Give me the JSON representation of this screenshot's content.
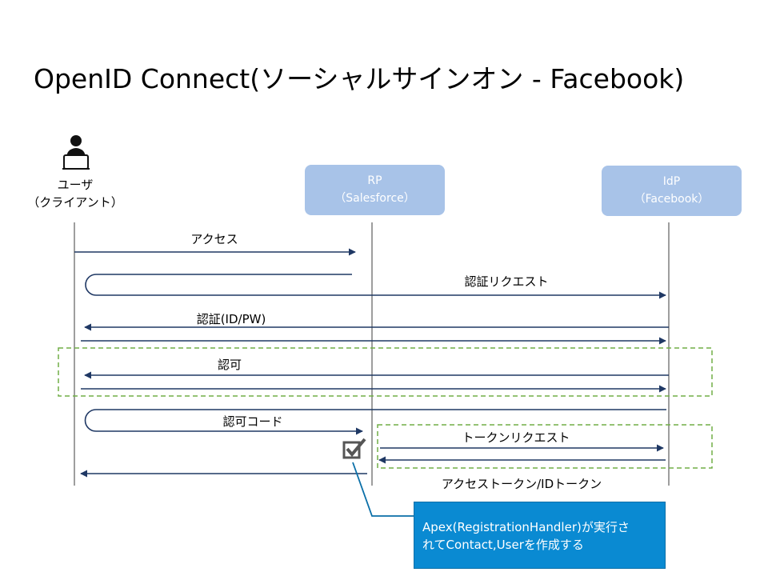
{
  "title": "OpenID Connect(ソーシャルサインオン - Facebook)",
  "actors": {
    "user": {
      "line1": "ユーザ",
      "line2": "（クライアント）"
    },
    "rp": {
      "line1": "RP",
      "line2": "（Salesforce）"
    },
    "idp": {
      "line1": "IdP",
      "line2": "（Facebook）"
    }
  },
  "messages": {
    "access": "アクセス",
    "auth_request": "認証リクエスト",
    "auth_id_pw": "認証(ID/PW)",
    "authorization": "認可",
    "auth_code": "認可コード",
    "token_request": "トークンリクエスト",
    "tokens": "アクセストークン/IDトークン"
  },
  "note": {
    "line1": "Apex(RegistrationHandler)が実行さ",
    "line2": "れてContact,Userを作成する"
  },
  "colors": {
    "arrow": "#1f3864",
    "lifeline": "#7f7f7f",
    "actor_box": "#a8c3e8",
    "dashed_box": "#70ad47",
    "note_fill": "#0a8ad2",
    "callout_line": "#0a6fa8"
  },
  "icons": {
    "user": "user-laptop-icon",
    "check": "checkbox-check-icon"
  }
}
